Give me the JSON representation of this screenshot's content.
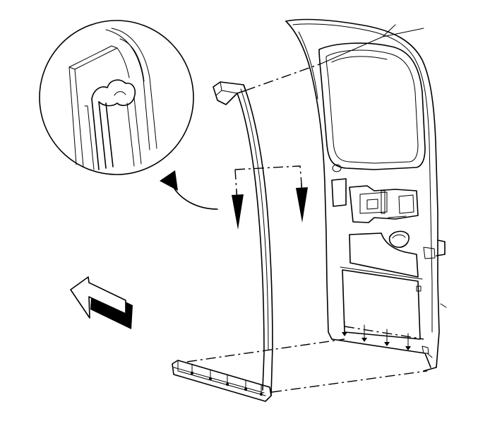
{
  "figure": {
    "background": "#ffffff",
    "ink": "#000000",
    "components": [
      {
        "name": "rear-door",
        "icon": "door-outline"
      },
      {
        "name": "weatherstrip-seal",
        "icon": "seal-strip"
      },
      {
        "name": "detail-magnifier",
        "icon": "magnifier-circle"
      },
      {
        "name": "installation-arrows",
        "icon": "arrow-down"
      },
      {
        "name": "vehicle-forward-arrow",
        "icon": "arrow-forward"
      }
    ]
  }
}
